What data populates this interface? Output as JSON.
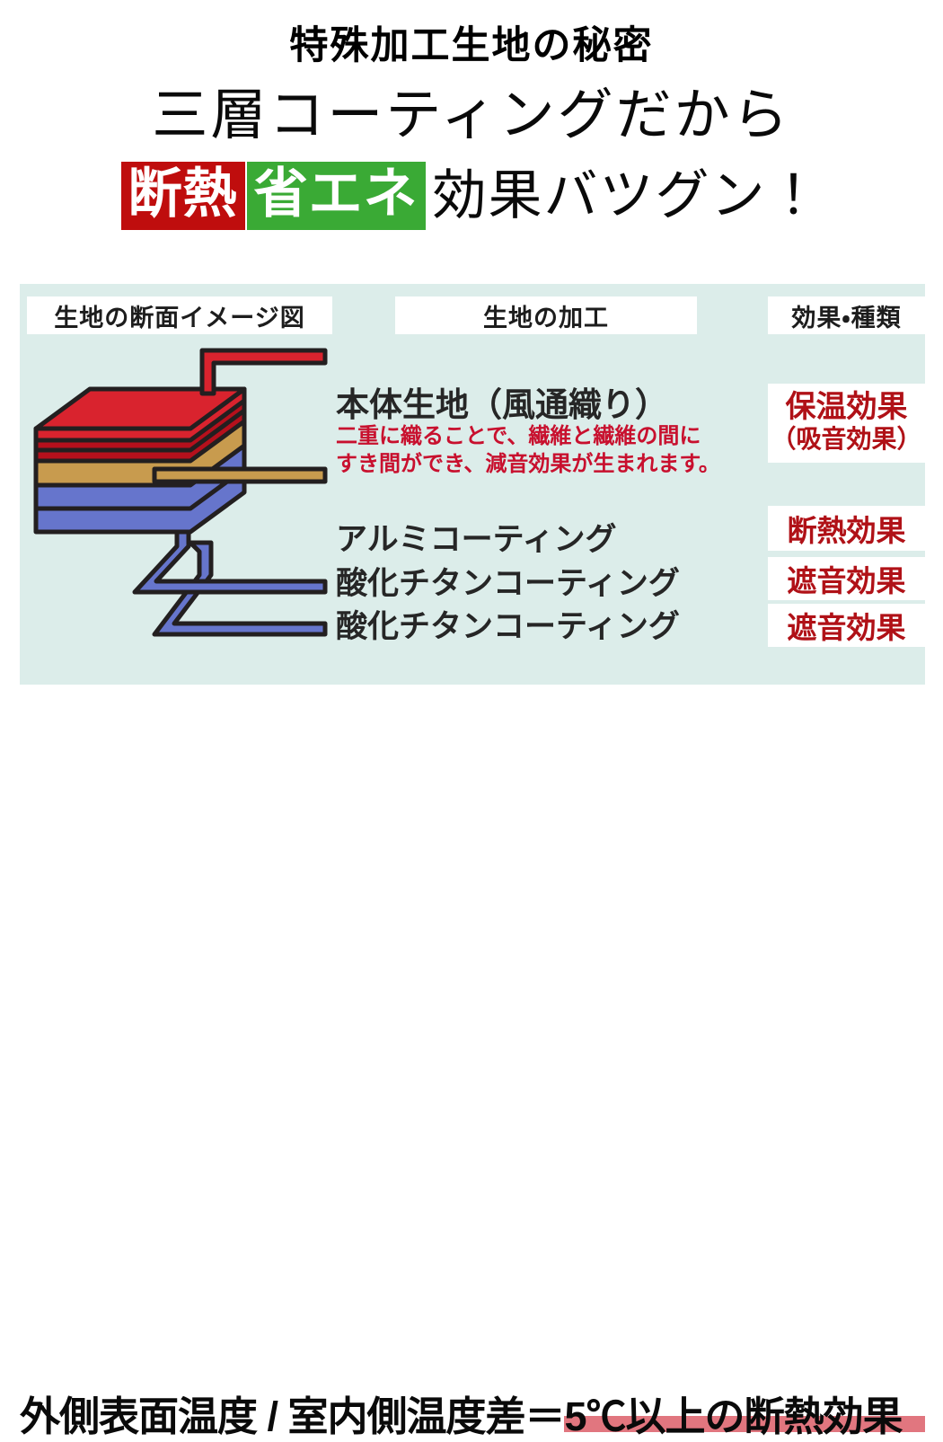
{
  "headline": {
    "kicker": "特殊加工生地の秘密",
    "line2": "三層コーティングだから",
    "chip_red": "断熱",
    "chip_green": "省エネ",
    "tail": "効果バツグン！"
  },
  "panel": {
    "headers": {
      "left": "生地の断面イメージ図",
      "center": "生地の加工",
      "right": "効果・種類"
    },
    "processes": [
      {
        "title": "本体生地（風通織り）",
        "note": "二重に織ることで、繊維と繊維の間に\nすき間ができ、減音効果が生まれます。",
        "effect_main": "保温効果",
        "effect_sub": "（吸音効果）"
      },
      {
        "title": "アルミコーティング",
        "effect_main": "断熱効果"
      },
      {
        "title": "酸化チタンコーティング",
        "effect_main": "遮音効果"
      },
      {
        "title": "酸化チタンコーティング",
        "effect_main": "遮音効果"
      }
    ]
  },
  "footer": {
    "text": "外側表面温度 / 室内側温度差＝5℃以上の断熱効果"
  },
  "colors": {
    "panel_bg": "#dcedea",
    "chip_red_bg": "#bf0d0d",
    "chip_green_bg": "#3aaa35",
    "effect_text": "#b01117",
    "note_text": "#c8102e",
    "footer_highlight": "#e1767f",
    "layer_top_red": "#d9232e",
    "layer_dark_red": "#b5101c",
    "layer_gold": "#c89b4e",
    "layer_blue": "#5b6bc8",
    "outline": "#231f20"
  }
}
